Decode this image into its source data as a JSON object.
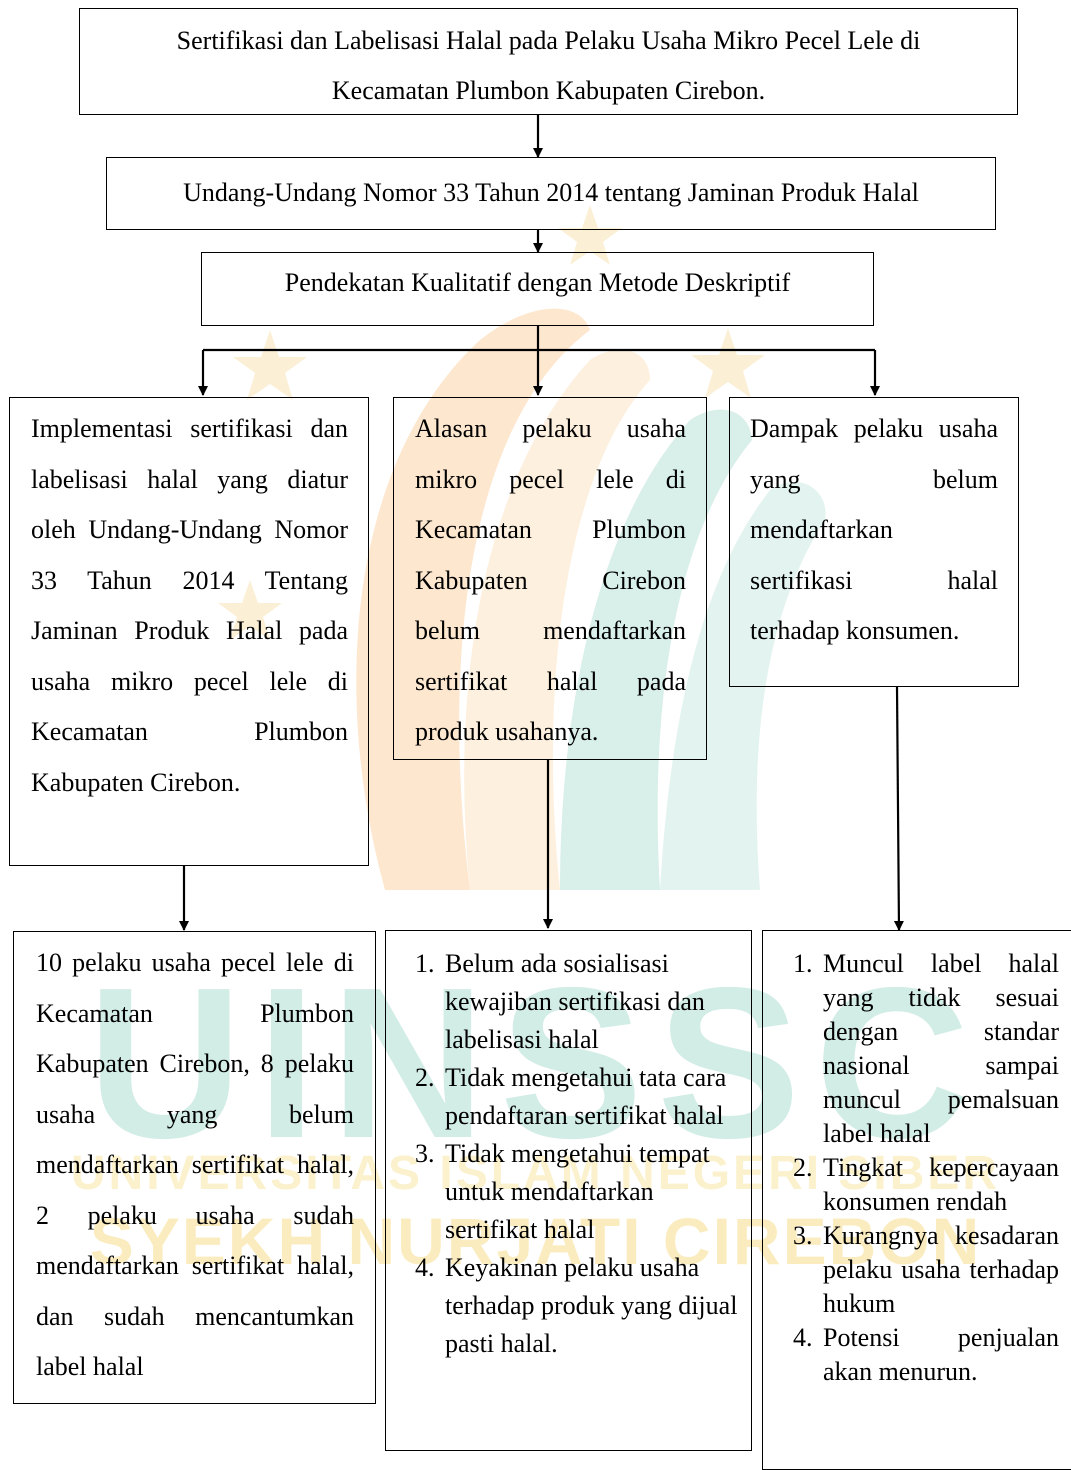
{
  "title_box": "Sertifikasi dan Labelisasi Halal pada Pelaku Usaha Mikro Pecel Lele di Kecamatan Plumbon Kabupaten Cirebon.",
  "law_box": "Undang-Undang Nomor 33 Tahun 2014 tentang Jaminan Produk Halal",
  "method_box": "Pendekatan Kualitatif dengan Metode Deskriptif",
  "branches": [
    {
      "topic": "Implementasi sertifikasi dan labelisasi halal yang diatur oleh Undang-Undang Nomor 33 Tahun 2014 Tentang Jaminan Produk Halal pada usaha mikro pecel lele di Kecamatan Plumbon Kabupaten Cirebon.",
      "result": "10 pelaku usaha pecel lele di Kecamatan Plumbon Kabupaten Cirebon, 8 pelaku usaha yang belum mendaftarkan sertifikat halal, 2 pelaku usaha sudah mendaftarkan sertifikat halal, dan sudah mencantumkan label halal"
    },
    {
      "topic": "Alasan pelaku usaha mikro pecel lele di Kecamatan Plumbon Kabupaten Cirebon belum mendaftarkan sertifikat halal pada produk usahanya.",
      "result_items": [
        "Belum ada sosialisasi kewajiban sertifikasi dan labelisasi halal",
        "Tidak mengetahui tata cara pendaftaran sertifikat halal",
        "Tidak mengetahui tempat untuk mendaftarkan sertifikat halal",
        "Keyakinan pelaku usaha terhadap produk yang dijual pasti halal."
      ]
    },
    {
      "topic": "Dampak pelaku usaha yang belum mendaftarkan sertifikasi halal terhadap konsumen.",
      "result_items": [
        "Muncul label halal yang tidak sesuai dengan standar nasional sampai muncul pemalsuan label halal",
        "Tingkat kepercayaan konsumen rendah",
        "Kurangnya kesadaran pelaku usaha terhadap hukum",
        "Potensi penjualan akan menurun."
      ]
    }
  ],
  "watermark": {
    "logo_text": "UINSSC",
    "line1": "UNIVERSITAS ISLAM NEGERI SIBER",
    "line2": "SYEKH NURJATI CIREBON",
    "colors": {
      "teal": "#d2ece6",
      "gold": "#fbecc0",
      "orange": "#fde7cf"
    }
  },
  "colors": {
    "line": "#000000",
    "text": "#000000",
    "background": "#ffffff"
  }
}
